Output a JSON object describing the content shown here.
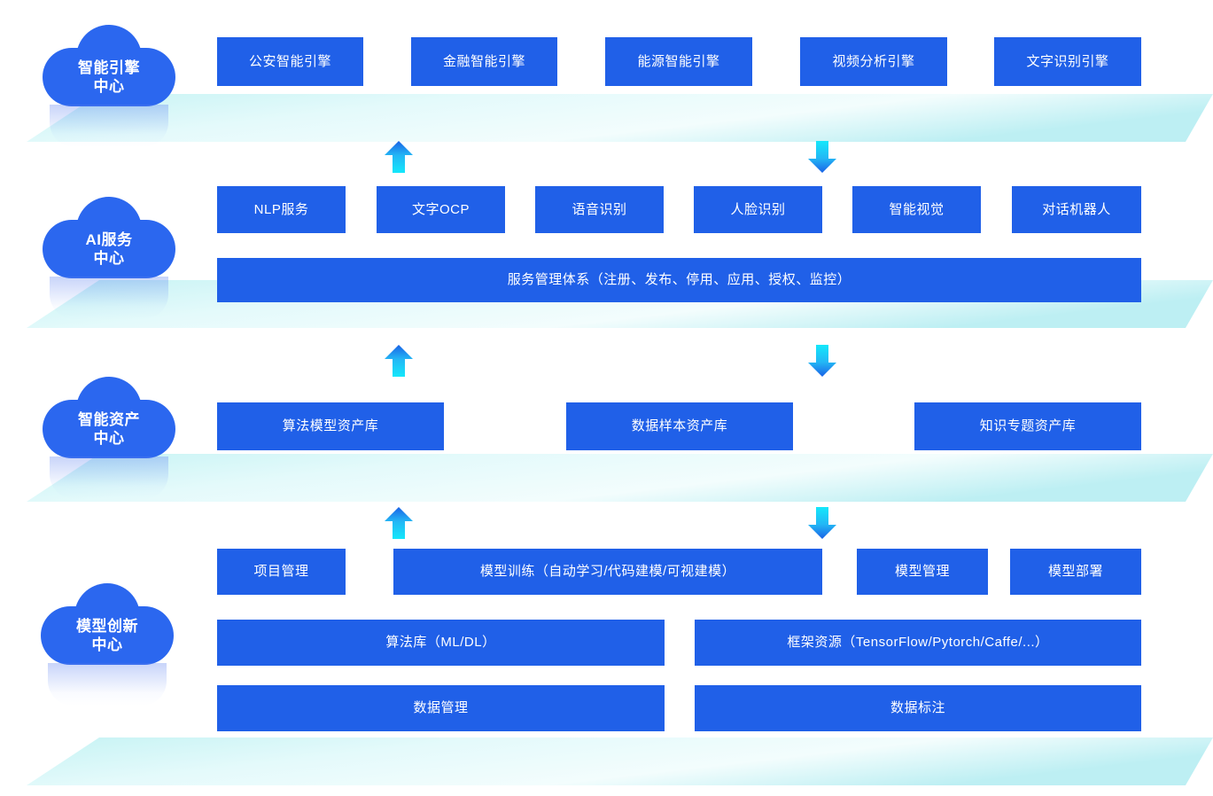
{
  "palette": {
    "box_blue": "#2060e8",
    "cloud_blue": "#2b67ef",
    "shelf_cyan": "#b9f1f2",
    "shelf_pale": "#f2fcfd",
    "arrow_cyan": "#17e4f8",
    "arrow_blue": "#1a6ae8",
    "page_bg": "#ffffff"
  },
  "tiers": [
    {
      "id": "engine-center",
      "cloud": {
        "line1": "智能引擎",
        "line2": "中心"
      },
      "rows": [
        {
          "id": "engine-row",
          "boxes": [
            {
              "label": "公安智能引擎"
            },
            {
              "label": "金融智能引擎"
            },
            {
              "label": "能源智能引擎"
            },
            {
              "label": "视频分析引擎"
            },
            {
              "label": "文字识别引擎"
            }
          ]
        }
      ]
    },
    {
      "id": "ai-service-center",
      "cloud": {
        "line1": "AI服务",
        "line2": "中心"
      },
      "rows": [
        {
          "id": "ai-service-row",
          "boxes": [
            {
              "label": "NLP服务"
            },
            {
              "label": "文字OCP"
            },
            {
              "label": "语音识别"
            },
            {
              "label": "人脸识别"
            },
            {
              "label": "智能视觉"
            },
            {
              "label": "对话机器人"
            }
          ]
        },
        {
          "id": "service-management-row",
          "boxes": [
            {
              "label": "服务管理体系（注册、发布、停用、应用、授权、监控）"
            }
          ]
        }
      ]
    },
    {
      "id": "asset-center",
      "cloud": {
        "line1": "智能资产",
        "line2": "中心"
      },
      "rows": [
        {
          "id": "asset-row",
          "boxes": [
            {
              "label": "算法模型资产库"
            },
            {
              "label": "数据样本资产库"
            },
            {
              "label": "知识专题资产库"
            }
          ]
        }
      ]
    },
    {
      "id": "model-innovation-center",
      "cloud": {
        "line1": "模型创新",
        "line2": "中心"
      },
      "rows": [
        {
          "id": "model-row-1",
          "boxes": [
            {
              "label": "项目管理"
            },
            {
              "label": "模型训练（自动学习/代码建模/可视建模）"
            },
            {
              "label": "模型管理"
            },
            {
              "label": "模型部署"
            }
          ]
        },
        {
          "id": "model-row-2",
          "boxes": [
            {
              "label": "算法库（ML/DL）"
            },
            {
              "label": "框架资源（TensorFlow/Pytorch/Caffe/...）"
            }
          ]
        },
        {
          "id": "model-row-3",
          "boxes": [
            {
              "label": "数据管理"
            },
            {
              "label": "数据标注"
            }
          ]
        }
      ]
    }
  ],
  "arrows": [
    {
      "id": "arrow-up-1",
      "direction": "up"
    },
    {
      "id": "arrow-down-1",
      "direction": "down"
    },
    {
      "id": "arrow-up-2",
      "direction": "up"
    },
    {
      "id": "arrow-down-2",
      "direction": "down"
    },
    {
      "id": "arrow-up-3",
      "direction": "up"
    },
    {
      "id": "arrow-down-3",
      "direction": "down"
    }
  ]
}
